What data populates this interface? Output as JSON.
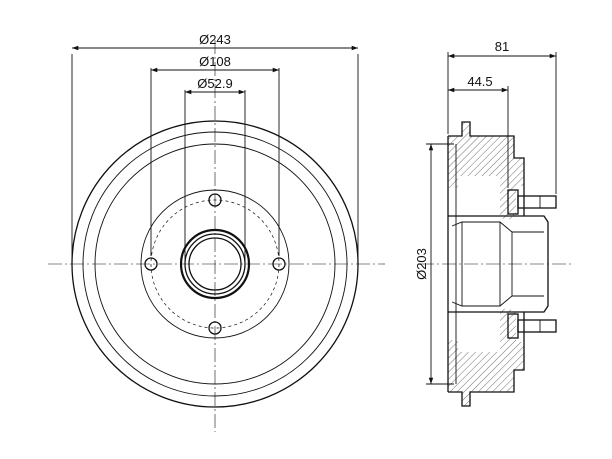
{
  "dimensions": {
    "outer_diameter": "Ø243",
    "bolt_circle": "Ø108",
    "center_bore": "Ø52.9",
    "total_width": "81",
    "hub_offset": "44.5",
    "drum_inner_diameter": "Ø203"
  }
}
